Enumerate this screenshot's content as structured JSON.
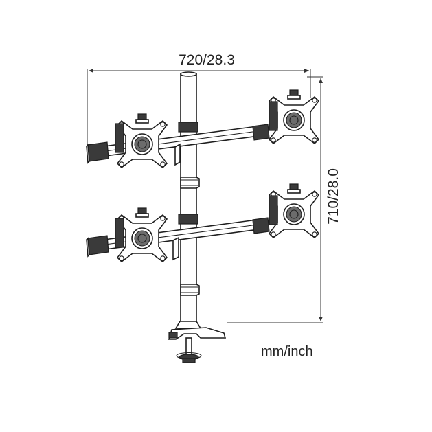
{
  "dimensions": {
    "width_label": "720/28.3",
    "height_label": "710/28.0"
  },
  "units_label": "mm/inch"
}
